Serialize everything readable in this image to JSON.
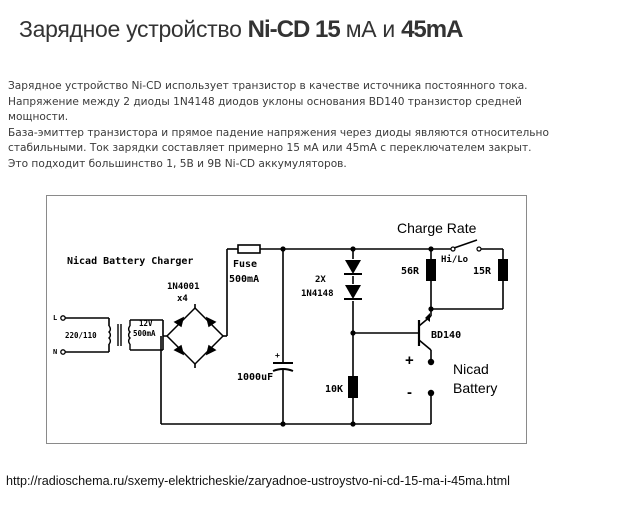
{
  "title": {
    "prefix": "Зарядное устройство ",
    "chem": "Ni-CD 15",
    "mid1": " мА и ",
    "current2": "45mA"
  },
  "description": [
    "Зарядное устройство Ni-CD использует транзистор в качестве источника постоянного тока.",
    "Напряжение между 2 диоды 1N4148 диодов уклоны основания BD140 транзистор средней мощности.",
    "База-эмиттер транзистора и прямое падение напряжения через диоды являются относительно стабильными.  Ток зарядки составляет примерно 15 мА или 45mA с переключателем закрыт.",
    "Это подходит большинство 1, 5В и 9В Ni-CD аккумуляторов."
  ],
  "schematic": {
    "name": "Nicad Battery Charger",
    "labels": {
      "l": "L",
      "n": "N",
      "mains": "220/110",
      "transformer_v": "12V",
      "transformer_a": "500mA",
      "diode_type": "1N4001",
      "diode_count": "x4",
      "fuse": "Fuse",
      "fuse_rating": "500mA",
      "capacitor": "1000uF",
      "zener_count": "2X",
      "zener_type": "1N4148",
      "resistor_10k": "10K",
      "resistor_56r": "56R",
      "resistor_15r": "15R",
      "transistor": "BD140",
      "charge_rate": "Charge Rate",
      "switch": "Hi/Lo",
      "plus": "+",
      "minus": "-",
      "battery_line1": "Nicad",
      "battery_line2": "Battery",
      "cap_plus": "+"
    }
  },
  "source_url": "http://radioschema.ru/sxemy-elektricheskie/zaryadnoe-ustroystvo-ni-cd-15-ma-i-45ma.html"
}
